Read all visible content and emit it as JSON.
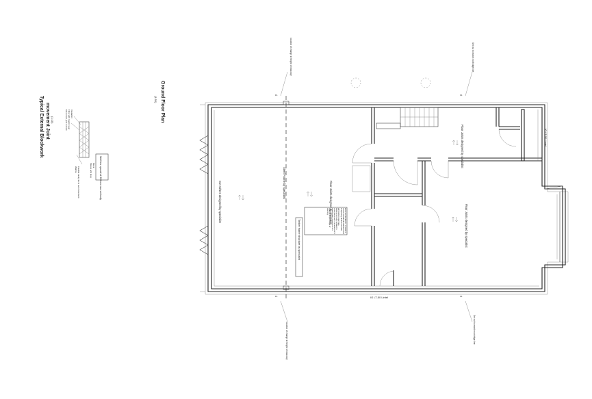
{
  "plan": {
    "title": "Ground Floor Plan",
    "scale": "(1:50)"
  },
  "detail": {
    "title": "Typical External Blockwork",
    "subtitle": "movement Joint",
    "scale": "(1:10)"
  },
  "notes": {
    "cut_rafters": "Cut rafters designed by specialist",
    "steel_frame": "Steel Frame by specialist",
    "floor_joists_center": "Floor Joists designed by specialist",
    "floor_joists_top_right": "Floor Joists designed by specialist",
    "floor_joists_right": "Floor Joists designed by specialist",
    "timber_frame": "Timber frame structure by specialist",
    "blockwork_note": "External Blockwork - Provide 1 course of ANCON AMPC/DTUB Proprietary MTBT/4 bracket with bottom openings. Bottomconnect installed in accordance with manufacturer's specification, to extend min. 600mm beyond edge of opening.",
    "lintel_right": "IG LT-50 Lintel",
    "lintel_bottom": "IG LT-50 Lintel",
    "datum_top_left": "location of change in height of masonry",
    "datum_top_right": "Set out to match roof ridge line",
    "datum_bottom_left": "location of change in height of masonry",
    "datum_bottom_right": "Set out to match roof ridge line",
    "detail_note_1": "Movement joint in brick",
    "detail_note_2": "Fibre with mastic seal",
    "detail_note_3": "Insulation",
    "detail_note_4": "Sleeve and plug",
    "detail_note_5": "Block",
    "detail_note_6": "Wall tie",
    "detail_note_7": "Flexible cavity tie to suit movement",
    "detail_box": "Wall ties spaced at 300mm max vertically"
  },
  "icons": {
    "flow_arrow": "double-arrow-icon",
    "grid_bubble": "grid-bubble-icon"
  },
  "colors": {
    "line": "#222222",
    "background": "#ffffff"
  }
}
